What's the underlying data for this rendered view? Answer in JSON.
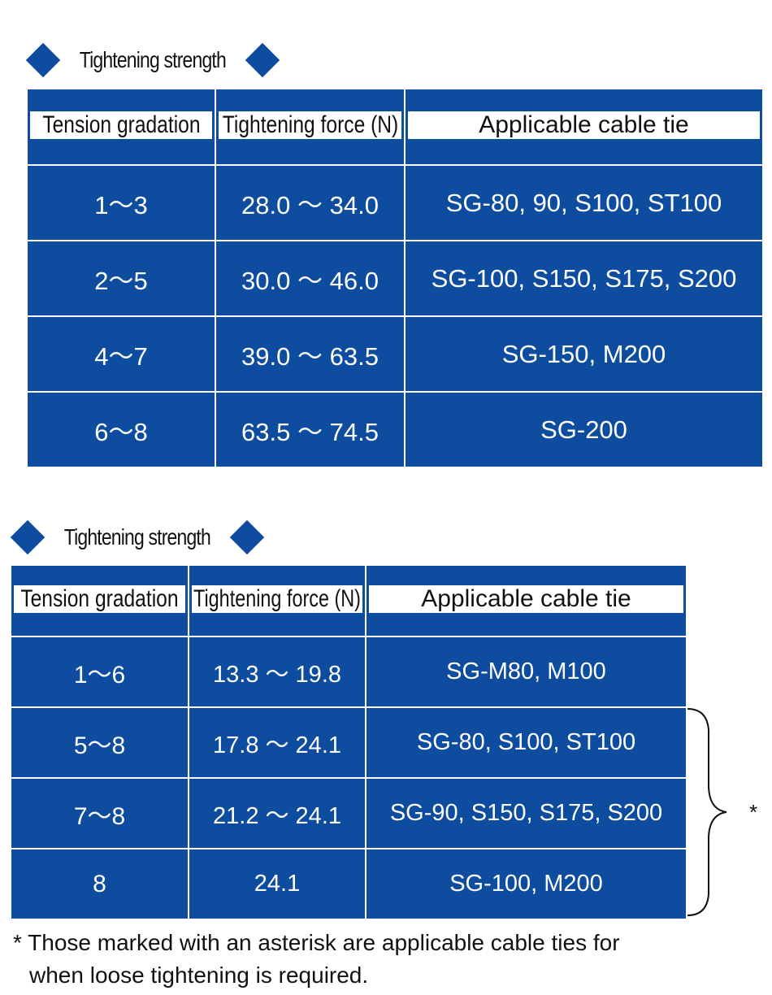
{
  "tables": [
    {
      "title": "Tightening strength",
      "headers": [
        "Tension gradation",
        "Tightening force (N)",
        "Applicable cable tie"
      ],
      "rows": [
        [
          "1～3",
          "28.0 ～ 34.0",
          "SG-80,  90,  S100,  ST100"
        ],
        [
          "2～5",
          "30.0 ～ 46.0",
          "SG-100, S150, S175, S200"
        ],
        [
          "4～7",
          "39.0 ～ 63.5",
          "SG-150,  M200"
        ],
        [
          "6～8",
          "63.5 ～ 74.5",
          "SG-200"
        ]
      ]
    },
    {
      "title": "Tightening strength",
      "headers": [
        "Tension gradation",
        "Tightening force (N)",
        "Applicable cable tie"
      ],
      "rows": [
        [
          "1～6",
          "13.3 ～ 19.8",
          "SG-M80,  M100"
        ],
        [
          "5～8",
          "17.8 ～ 24.1",
          "SG-80,  S100,  ST100"
        ],
        [
          "7～8",
          "21.2 ～ 24.1",
          "SG-90, S150, S175, S200"
        ],
        [
          "8",
          "24.1",
          "SG-100,  M200"
        ]
      ]
    }
  ],
  "asterisk": "*",
  "footnote": {
    "line1": "* Those marked with an asterisk are applicable cable ties for",
    "line2": "when loose tightening is required."
  },
  "colors": {
    "table_blue": "#0d4c9e",
    "header_bg": "#ffffff"
  }
}
